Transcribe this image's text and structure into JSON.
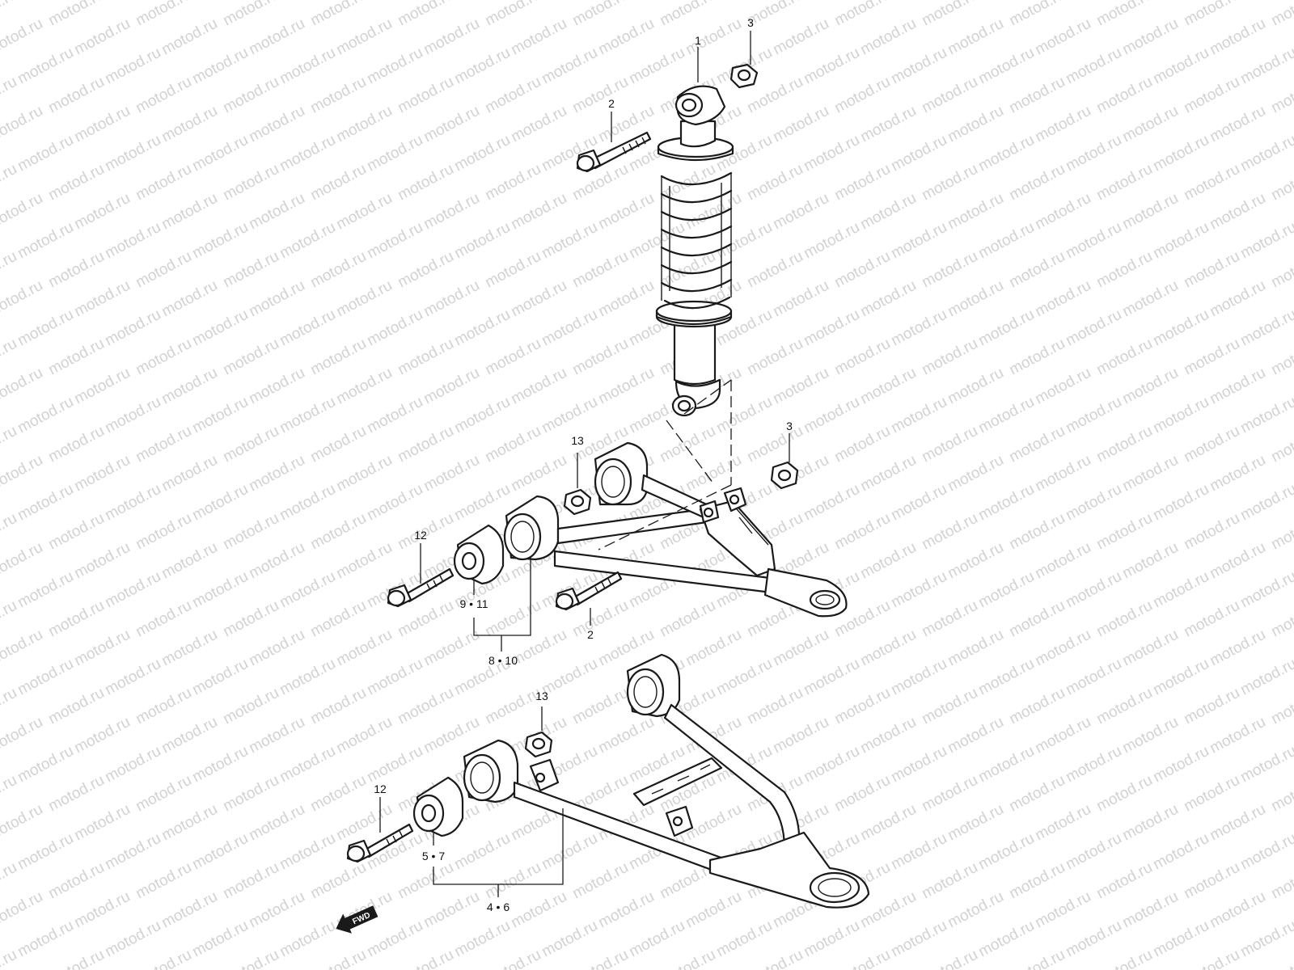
{
  "watermark": {
    "text": "motod.ru",
    "color": "#d2d2d2"
  },
  "direction_marker": {
    "label": "FWD",
    "icon": "left-arrow-icon"
  },
  "callouts": {
    "c1": "1",
    "c2a": "2",
    "c3a": "3",
    "c2b": "2",
    "c3b": "3",
    "c13a": "13",
    "c12a": "12",
    "c9_11": "9 • 11",
    "c8_10": "8 • 10",
    "c13b": "13",
    "c12b": "12",
    "c5_7": "5 • 7",
    "c4_6": "4 • 6"
  },
  "colors": {
    "line": "#1a1a1a",
    "background": "#ffffff"
  }
}
